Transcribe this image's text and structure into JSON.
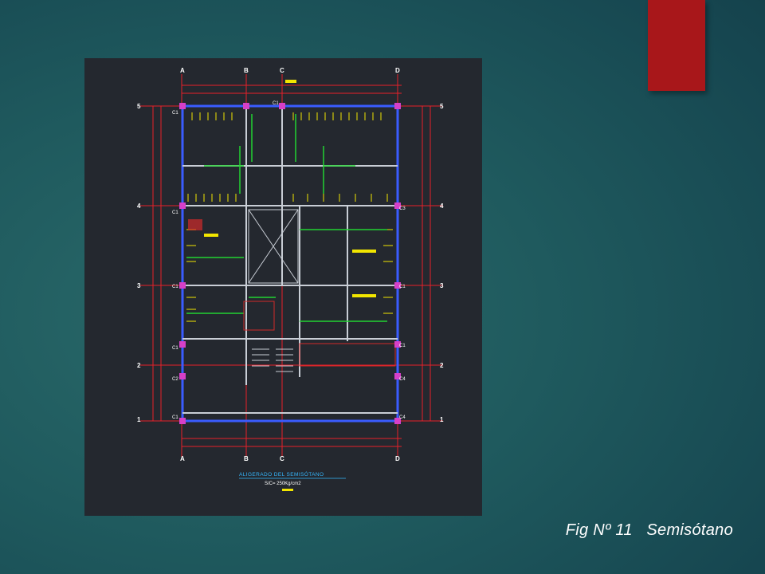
{
  "slide": {
    "accent_color": "#a8171a",
    "caption_fig": "Fig Nº 11",
    "caption_title": "Semisótano"
  },
  "plan": {
    "title": "ALIGERADO DEL SEMISÓTANO",
    "subtitle": "S/C= 250Kg/cm2",
    "axis_letters_top": [
      "A",
      "B",
      "C",
      "D"
    ],
    "axis_letters_bottom": [
      "A",
      "B",
      "C",
      "D"
    ],
    "axis_numbers_left": [
      "1",
      "2",
      "3",
      "4",
      "5"
    ],
    "axis_numbers_right": [
      "1",
      "2",
      "3",
      "4",
      "5"
    ],
    "column_tags": [
      "C1",
      "C1",
      "C1",
      "C1",
      "C2",
      "C3",
      "C4",
      "C4",
      "C1",
      "C1",
      "C1",
      "C1"
    ]
  }
}
